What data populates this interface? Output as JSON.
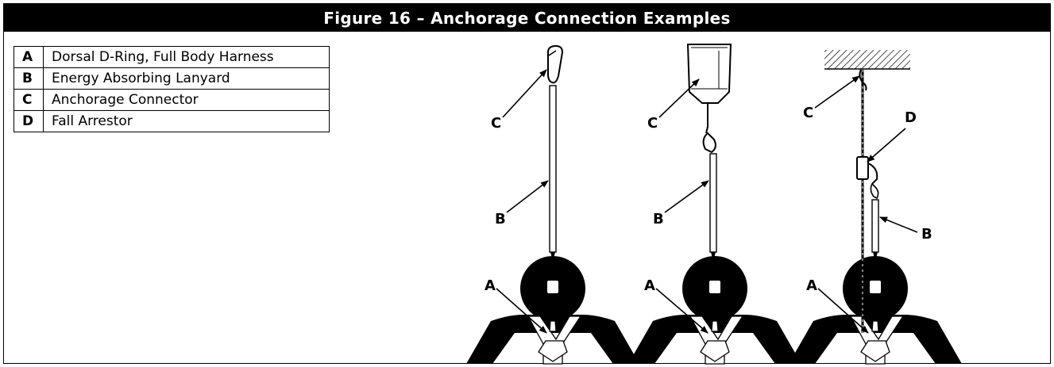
{
  "title": "Figure 16 – Anchorage Connection Examples",
  "legend": [
    {
      "key": "A",
      "text": "Dorsal D-Ring, Full Body Harness"
    },
    {
      "key": "B",
      "text": "Energy Absorbing Lanyard"
    },
    {
      "key": "C",
      "text": "Anchorage Connector"
    },
    {
      "key": "D",
      "text": "Fall Arrestor"
    }
  ],
  "figures": [
    {
      "labels": {
        "a": "A",
        "b": "B",
        "c": "C"
      }
    },
    {
      "labels": {
        "a": "A",
        "b": "B",
        "c": "C"
      }
    },
    {
      "labels": {
        "a": "A",
        "b": "B",
        "c": "C",
        "d": "D"
      }
    }
  ]
}
